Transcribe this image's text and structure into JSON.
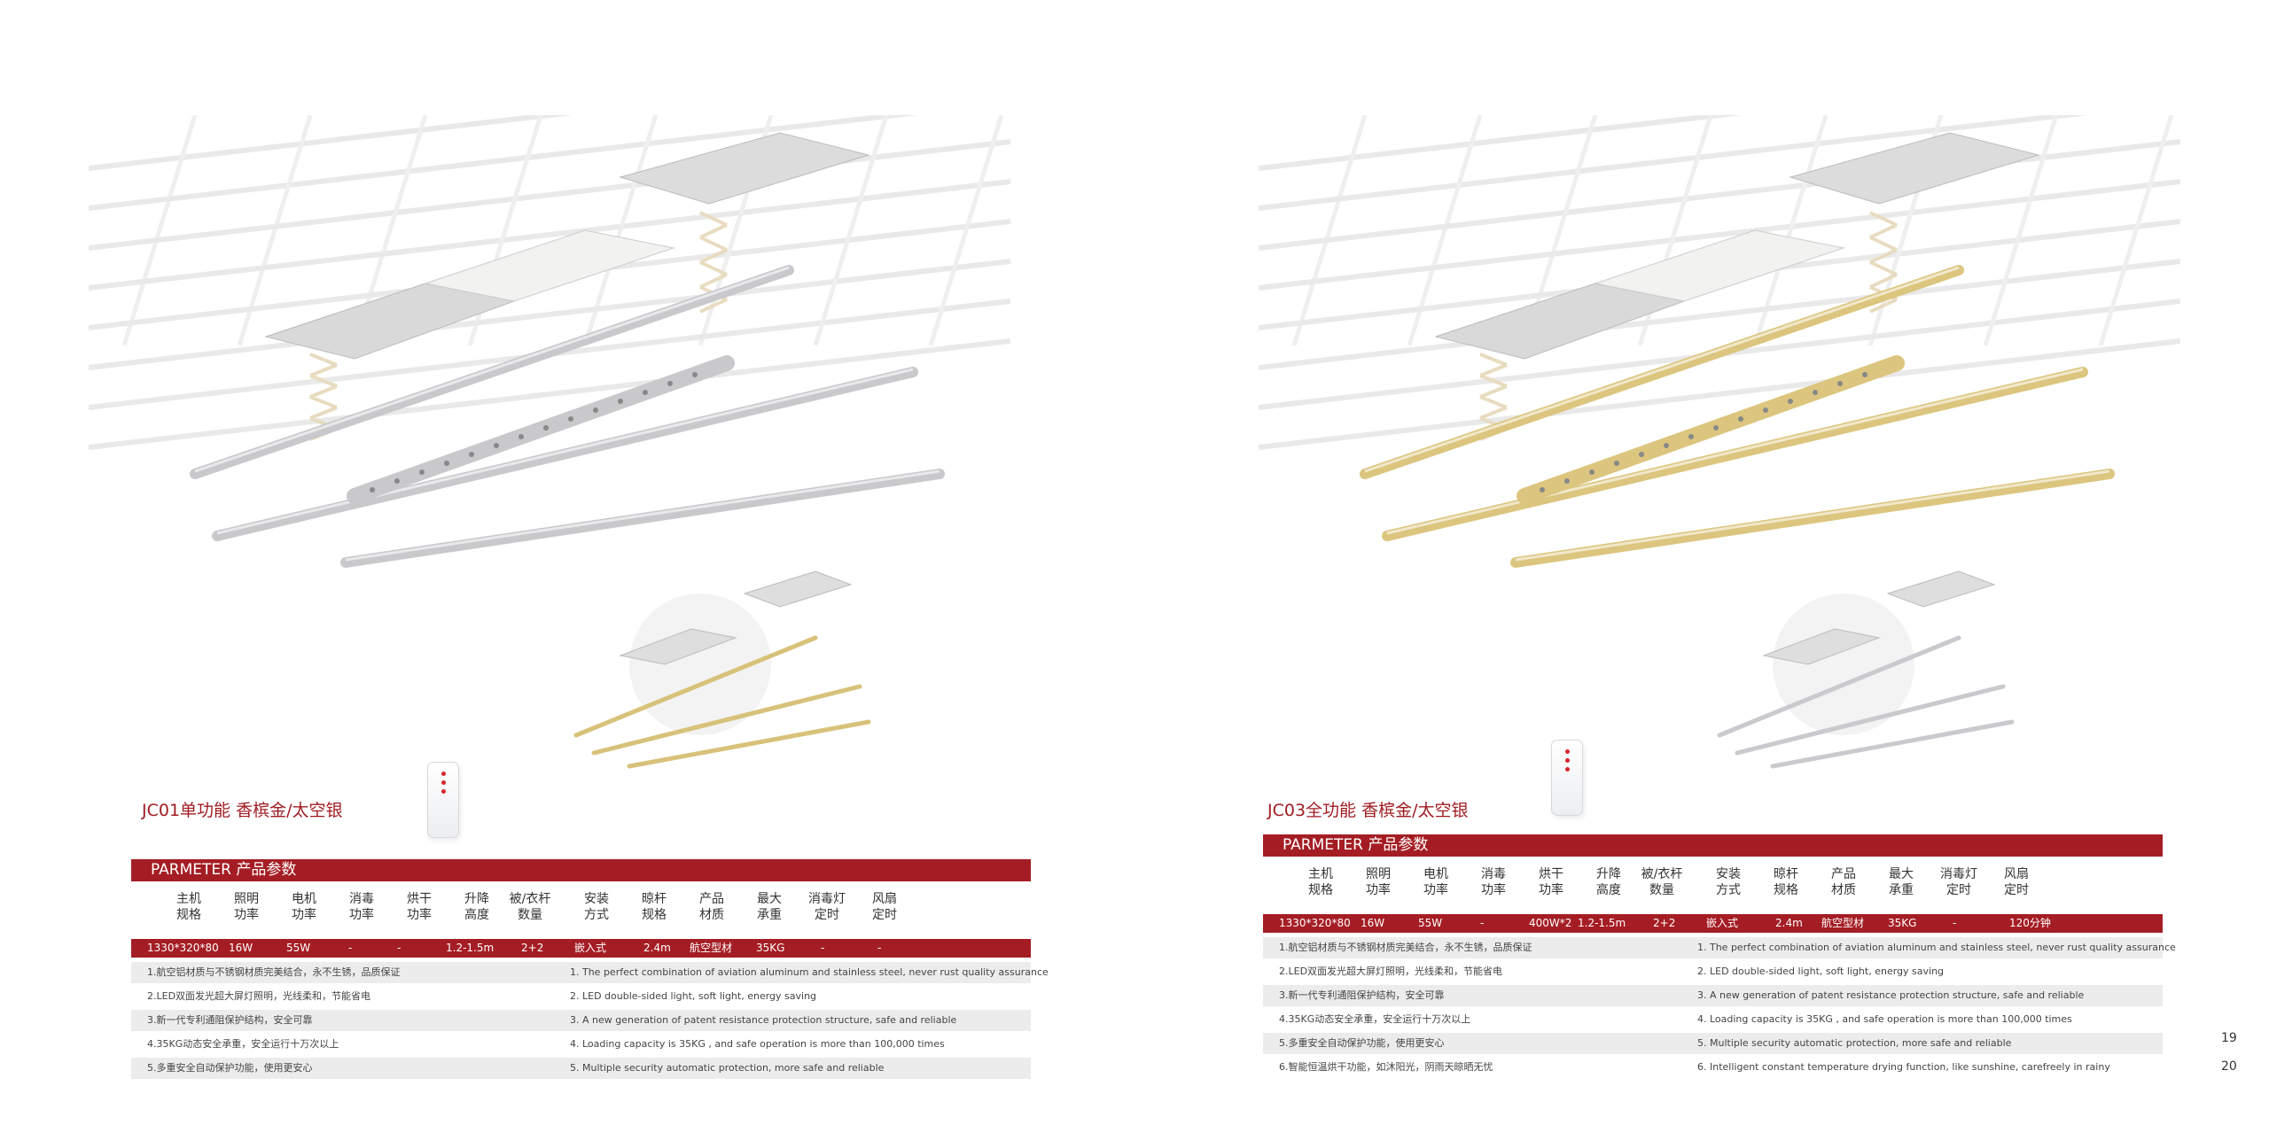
{
  "pages": {
    "left": {
      "model_title": "JC01单功能  香槟金/太空银",
      "param_title": "PARMETER 产品参数",
      "headers": [
        "主机\n规格",
        "照明\n功率",
        "电机\n功率",
        "消毒\n功率",
        "烘干\n功率",
        "升降\n高度",
        "被/衣杆\n数量",
        "安装\n方式",
        "晾杆\n规格",
        "产品\n材质",
        "最大\n承重",
        "消毒灯\n定时",
        "风扇\n定时"
      ],
      "values": [
        "1330*320*80",
        "16W",
        "55W",
        "-",
        "-",
        "1.2-1.5m",
        "2+2",
        "嵌入式",
        "2.4m",
        "航空型材",
        "35KG",
        "-",
        "-"
      ],
      "features": [
        {
          "zh": "1.航空铝材质与不锈钢材质完美结合，永不生锈，品质保证",
          "en": "1. The perfect combination of aviation aluminum and stainless steel, never rust quality assurance"
        },
        {
          "zh": "2.LED双面发光超大屏灯照明，光线柔和，节能省电",
          "en": "2. LED double-sided light, soft light, energy saving"
        },
        {
          "zh": "3.新一代专利通阻保护结构，安全可靠",
          "en": "3. A new generation of patent resistance protection structure, safe and reliable"
        },
        {
          "zh": "4.35KG动态安全承重，安全运行十万次以上",
          "en": "4. Loading capacity is 35KG , and safe operation is more than 100,000 times"
        },
        {
          "zh": "5.多重安全自动保护功能，使用更安心",
          "en": "5. Multiple security automatic protection, more safe and reliable"
        }
      ],
      "main_color": "#c9c9cc",
      "inset_color": "#d8c27a"
    },
    "right": {
      "model_title": "JC03全功能  香槟金/太空银",
      "param_title": "PARMETER 产品参数",
      "headers": [
        "主机\n规格",
        "照明\n功率",
        "电机\n功率",
        "消毒\n功率",
        "烘干\n功率",
        "升降\n高度",
        "被/衣杆\n数量",
        "安装\n方式",
        "晾杆\n规格",
        "产品\n材质",
        "最大\n承重",
        "消毒灯\n定时",
        "风扇\n定时"
      ],
      "values": [
        "1330*320*80",
        "16W",
        "55W",
        "-",
        "400W*2",
        "1.2-1.5m",
        "2+2",
        "嵌入式",
        "2.4m",
        "航空型材",
        "35KG",
        "-",
        "120分钟"
      ],
      "features": [
        {
          "zh": "1.航空铝材质与不锈钢材质完美结合，永不生锈，品质保证",
          "en": "1. The perfect combination of aviation aluminum and stainless steel, never rust quality assurance"
        },
        {
          "zh": "2.LED双面发光超大屏灯照明，光线柔和，节能省电",
          "en": "2. LED double-sided light, soft light, energy saving"
        },
        {
          "zh": "3.新一代专利通阻保护结构，安全可靠",
          "en": "3. A new generation of patent resistance protection structure, safe and reliable"
        },
        {
          "zh": "4.35KG动态安全承重，安全运行十万次以上",
          "en": "4. Loading capacity is 35KG , and safe operation is more than 100,000 times"
        },
        {
          "zh": "5.多重安全自动保护功能，使用更安心",
          "en": "5. Multiple security automatic protection, more safe and reliable"
        },
        {
          "zh": "6.智能恒温烘干功能，如沐阳光，阴雨天晾晒无忧",
          "en": "6. Intelligent constant temperature drying function, like sunshine, carefreely in rainy"
        }
      ],
      "main_color": "#dcc57e",
      "inset_color": "#c9cacd"
    }
  },
  "page_numbers": {
    "first": "19",
    "second": "20"
  },
  "colors": {
    "accent": "#a51d24",
    "title_red": "#a01c22",
    "row_shade": "#ececec"
  }
}
